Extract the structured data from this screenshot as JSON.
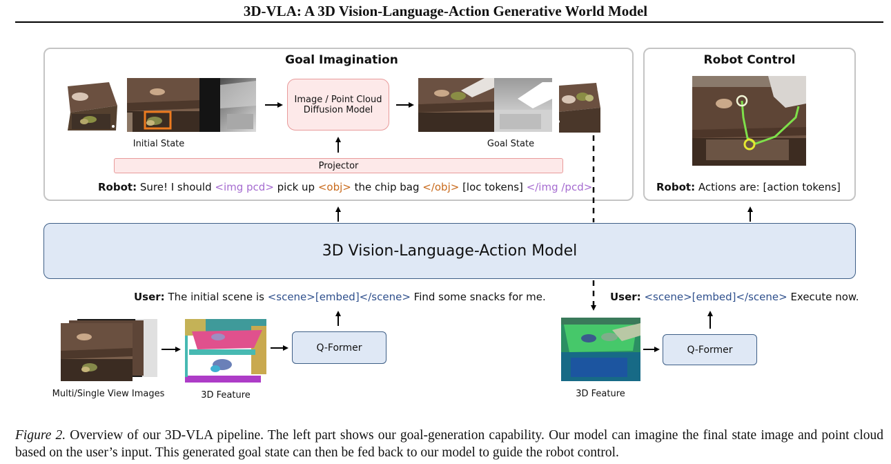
{
  "paper_title": "3D-VLA: A 3D Vision-Language-Action Generative World Model",
  "goal_panel": {
    "title": "Goal Imagination",
    "initial_state_label": "Initial State",
    "goal_state_label": "Goal State",
    "diffusion_line1": "Image / Point Cloud",
    "diffusion_line2": "Diffusion Model",
    "projector_label": "Projector",
    "robot_speaker": "Robot:",
    "robot_t1": " Sure! I should ",
    "robot_tag_img": "<img pcd>",
    "robot_t2": " pick up ",
    "robot_tag_obj": "<obj>",
    "robot_t3": " the chip bag ",
    "robot_tag_obj_close": "</obj>",
    "robot_t4": " [loc tokens] ",
    "robot_tag_img_close": "</img /pcd>"
  },
  "control_panel": {
    "title": "Robot Control",
    "robot_speaker": "Robot:",
    "robot_text": " Actions are: [action tokens]"
  },
  "vla_model_label": "3D Vision-Language-Action Model",
  "left_user": {
    "speaker": "User:",
    "t1": " The initial scene is ",
    "tag": "<scene>[embed]</scene>",
    "t2": " Find some snacks for me."
  },
  "right_user": {
    "speaker": "User:",
    "tag": "<scene>[embed]</scene>",
    "t2": " Execute now."
  },
  "qformer_left": "Q-Former",
  "qformer_right": "Q-Former",
  "multi_view_label": "Multi/Single View Images",
  "feature_label_left": "3D Feature",
  "feature_label_right": "3D Feature",
  "caption": {
    "prefix": "Figure 2.",
    "text": " Overview of our 3D-VLA pipeline. The left part shows our goal-generation capability. Our model can imagine the final state image and point cloud based on the user’s input. This generated goal state can then be fed back to our model to guide the robot control."
  },
  "colors": {
    "pink_fill": "#fde9e9",
    "pink_border": "#e89a9a",
    "blue_fill": "#dfe8f5",
    "blue_border": "#3d5e86",
    "purple_tag": "#a56bd0",
    "orange_tag": "#c8691a",
    "navy_tag": "#2e4f8c",
    "trajectory": "#7ee04a",
    "gripper_marker": "#e5e832"
  }
}
